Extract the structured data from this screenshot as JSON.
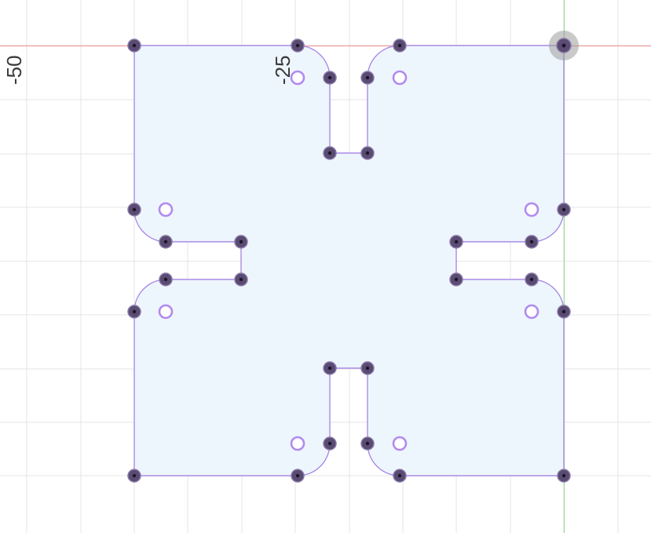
{
  "viewport": {
    "axis_labels": [
      {
        "text": "-50"
      },
      {
        "text": "-25"
      }
    ]
  },
  "colors": {
    "grid_line": "#e4e4e4",
    "x_axis": "#f0a0a0",
    "y_axis": "#9fdc9f",
    "profile_fill": "#eef6fd",
    "profile_stroke": "#a98ae6",
    "point_fill": "#5a4b73",
    "point_ring": "#8a7aa8",
    "center_marker": "#b18bf0",
    "origin_highlight": "#9c9c9c"
  },
  "icons": {
    "sketch_point": "filled-circle",
    "arc_center": "hollow-circle",
    "origin": "highlighted-point"
  }
}
